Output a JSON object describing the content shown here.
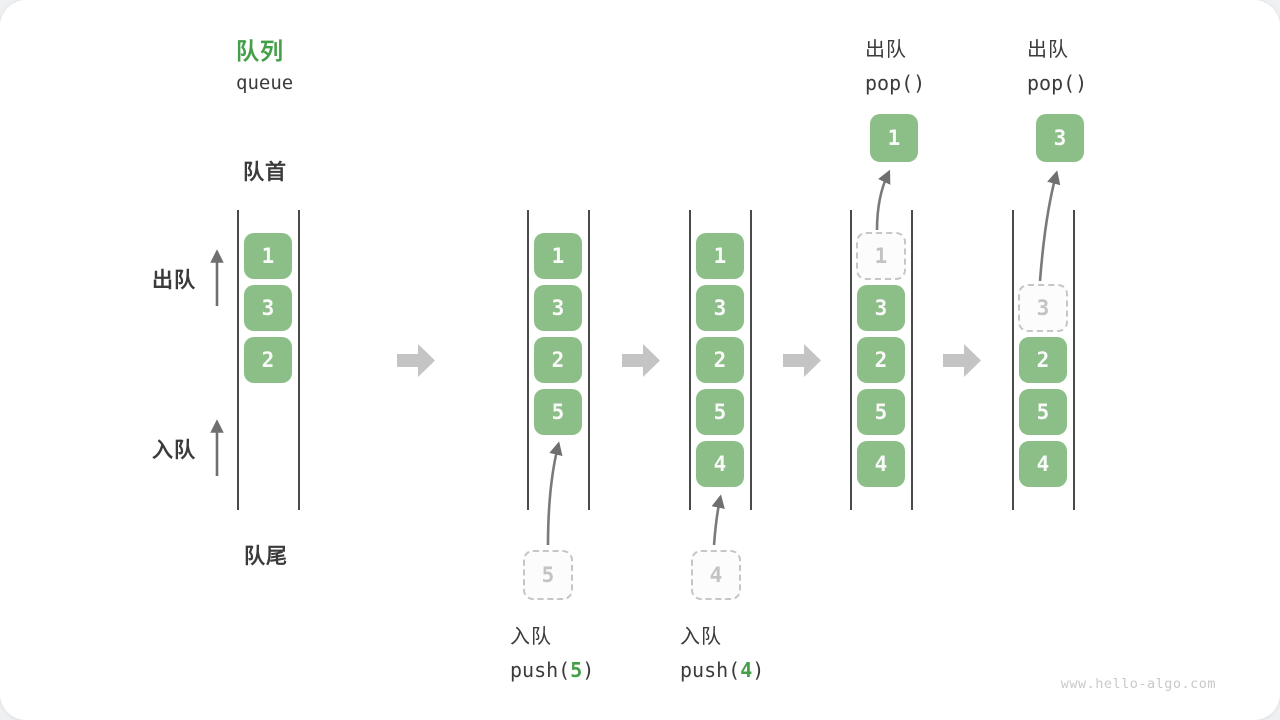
{
  "header": {
    "title_zh": "队列",
    "title_en": "queue"
  },
  "side_labels": {
    "front": "队首",
    "rear": "队尾",
    "dequeue": "出队",
    "enqueue": "入队"
  },
  "colors": {
    "title_green": "#43A047",
    "box_green": "#8CBE87",
    "box_text": "#FAFAFA",
    "dashed_border": "#C6C6C6",
    "dashed_text": "#C3C3C3",
    "rail_line": "#4A4A4A",
    "thin_arrow": "#6F6F6F",
    "block_arrow": "#C4C4C4",
    "dark_text": "#3B3B3B",
    "code_arg_green": "#43A047",
    "watermark_gray": "#C9C9C9"
  },
  "columns": [
    {
      "name": "state-initial",
      "cells": [
        {
          "slot": 1,
          "value": "1",
          "dashed": false
        },
        {
          "slot": 2,
          "value": "3",
          "dashed": false
        },
        {
          "slot": 3,
          "value": "2",
          "dashed": false
        }
      ]
    },
    {
      "name": "state-after-push-5",
      "cells": [
        {
          "slot": 1,
          "value": "1",
          "dashed": false
        },
        {
          "slot": 2,
          "value": "3",
          "dashed": false
        },
        {
          "slot": 3,
          "value": "2",
          "dashed": false
        },
        {
          "slot": 4,
          "value": "5",
          "dashed": false
        }
      ],
      "pending": {
        "value": "5"
      },
      "op_bottom": {
        "action": "入队",
        "code_pre": "push(",
        "code_arg": "5",
        "code_post": ")"
      }
    },
    {
      "name": "state-after-push-4",
      "cells": [
        {
          "slot": 1,
          "value": "1",
          "dashed": false
        },
        {
          "slot": 2,
          "value": "3",
          "dashed": false
        },
        {
          "slot": 3,
          "value": "2",
          "dashed": false
        },
        {
          "slot": 4,
          "value": "5",
          "dashed": false
        },
        {
          "slot": 5,
          "value": "4",
          "dashed": false
        }
      ],
      "pending": {
        "value": "4"
      },
      "op_bottom": {
        "action": "入队",
        "code_pre": "push(",
        "code_arg": "4",
        "code_post": ")"
      }
    },
    {
      "name": "state-after-pop-1",
      "cells": [
        {
          "slot": 1,
          "value": "1",
          "dashed": true
        },
        {
          "slot": 2,
          "value": "3",
          "dashed": false
        },
        {
          "slot": 3,
          "value": "2",
          "dashed": false
        },
        {
          "slot": 4,
          "value": "5",
          "dashed": false
        },
        {
          "slot": 5,
          "value": "4",
          "dashed": false
        }
      ],
      "popped": {
        "value": "1"
      },
      "op_top": {
        "action": "出队",
        "code": "pop()"
      }
    },
    {
      "name": "state-after-pop-3",
      "cells": [
        {
          "slot": 2,
          "value": "3",
          "dashed": true
        },
        {
          "slot": 3,
          "value": "2",
          "dashed": false
        },
        {
          "slot": 4,
          "value": "5",
          "dashed": false
        },
        {
          "slot": 5,
          "value": "4",
          "dashed": false
        }
      ],
      "popped": {
        "value": "3"
      },
      "op_top": {
        "action": "出队",
        "code": "pop()"
      }
    }
  ],
  "watermark": "www.hello-algo.com"
}
